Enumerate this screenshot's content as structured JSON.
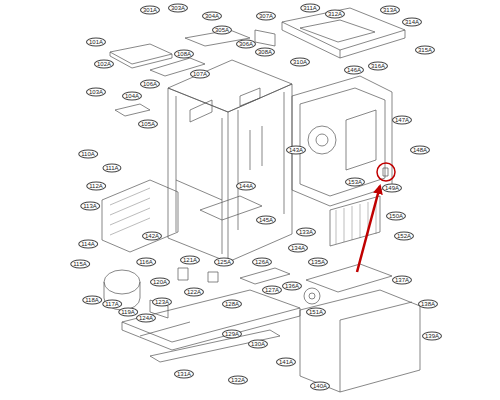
{
  "diagram": {
    "labels": [
      "301A",
      "303A",
      "304A",
      "305A",
      "306A",
      "307A",
      "308A",
      "310A",
      "311A",
      "312A",
      "313A",
      "314A",
      "315A",
      "316A",
      "101A",
      "102A",
      "103A",
      "104A",
      "105A",
      "106A",
      "107A",
      "108A",
      "110A",
      "111A",
      "112A",
      "113A",
      "114A",
      "115A",
      "116A",
      "117A",
      "118A",
      "119A",
      "120A",
      "121A",
      "122A",
      "123A",
      "124A",
      "125A",
      "126A",
      "127A",
      "128A",
      "129A",
      "130A",
      "131A",
      "132A",
      "133A",
      "134A",
      "135A",
      "136A",
      "137A",
      "138A",
      "139A",
      "140A",
      "141A",
      "142A",
      "143A",
      "144A",
      "145A",
      "146A",
      "147A",
      "148A",
      "149A",
      "150A",
      "151A",
      "152A",
      "153A"
    ]
  }
}
